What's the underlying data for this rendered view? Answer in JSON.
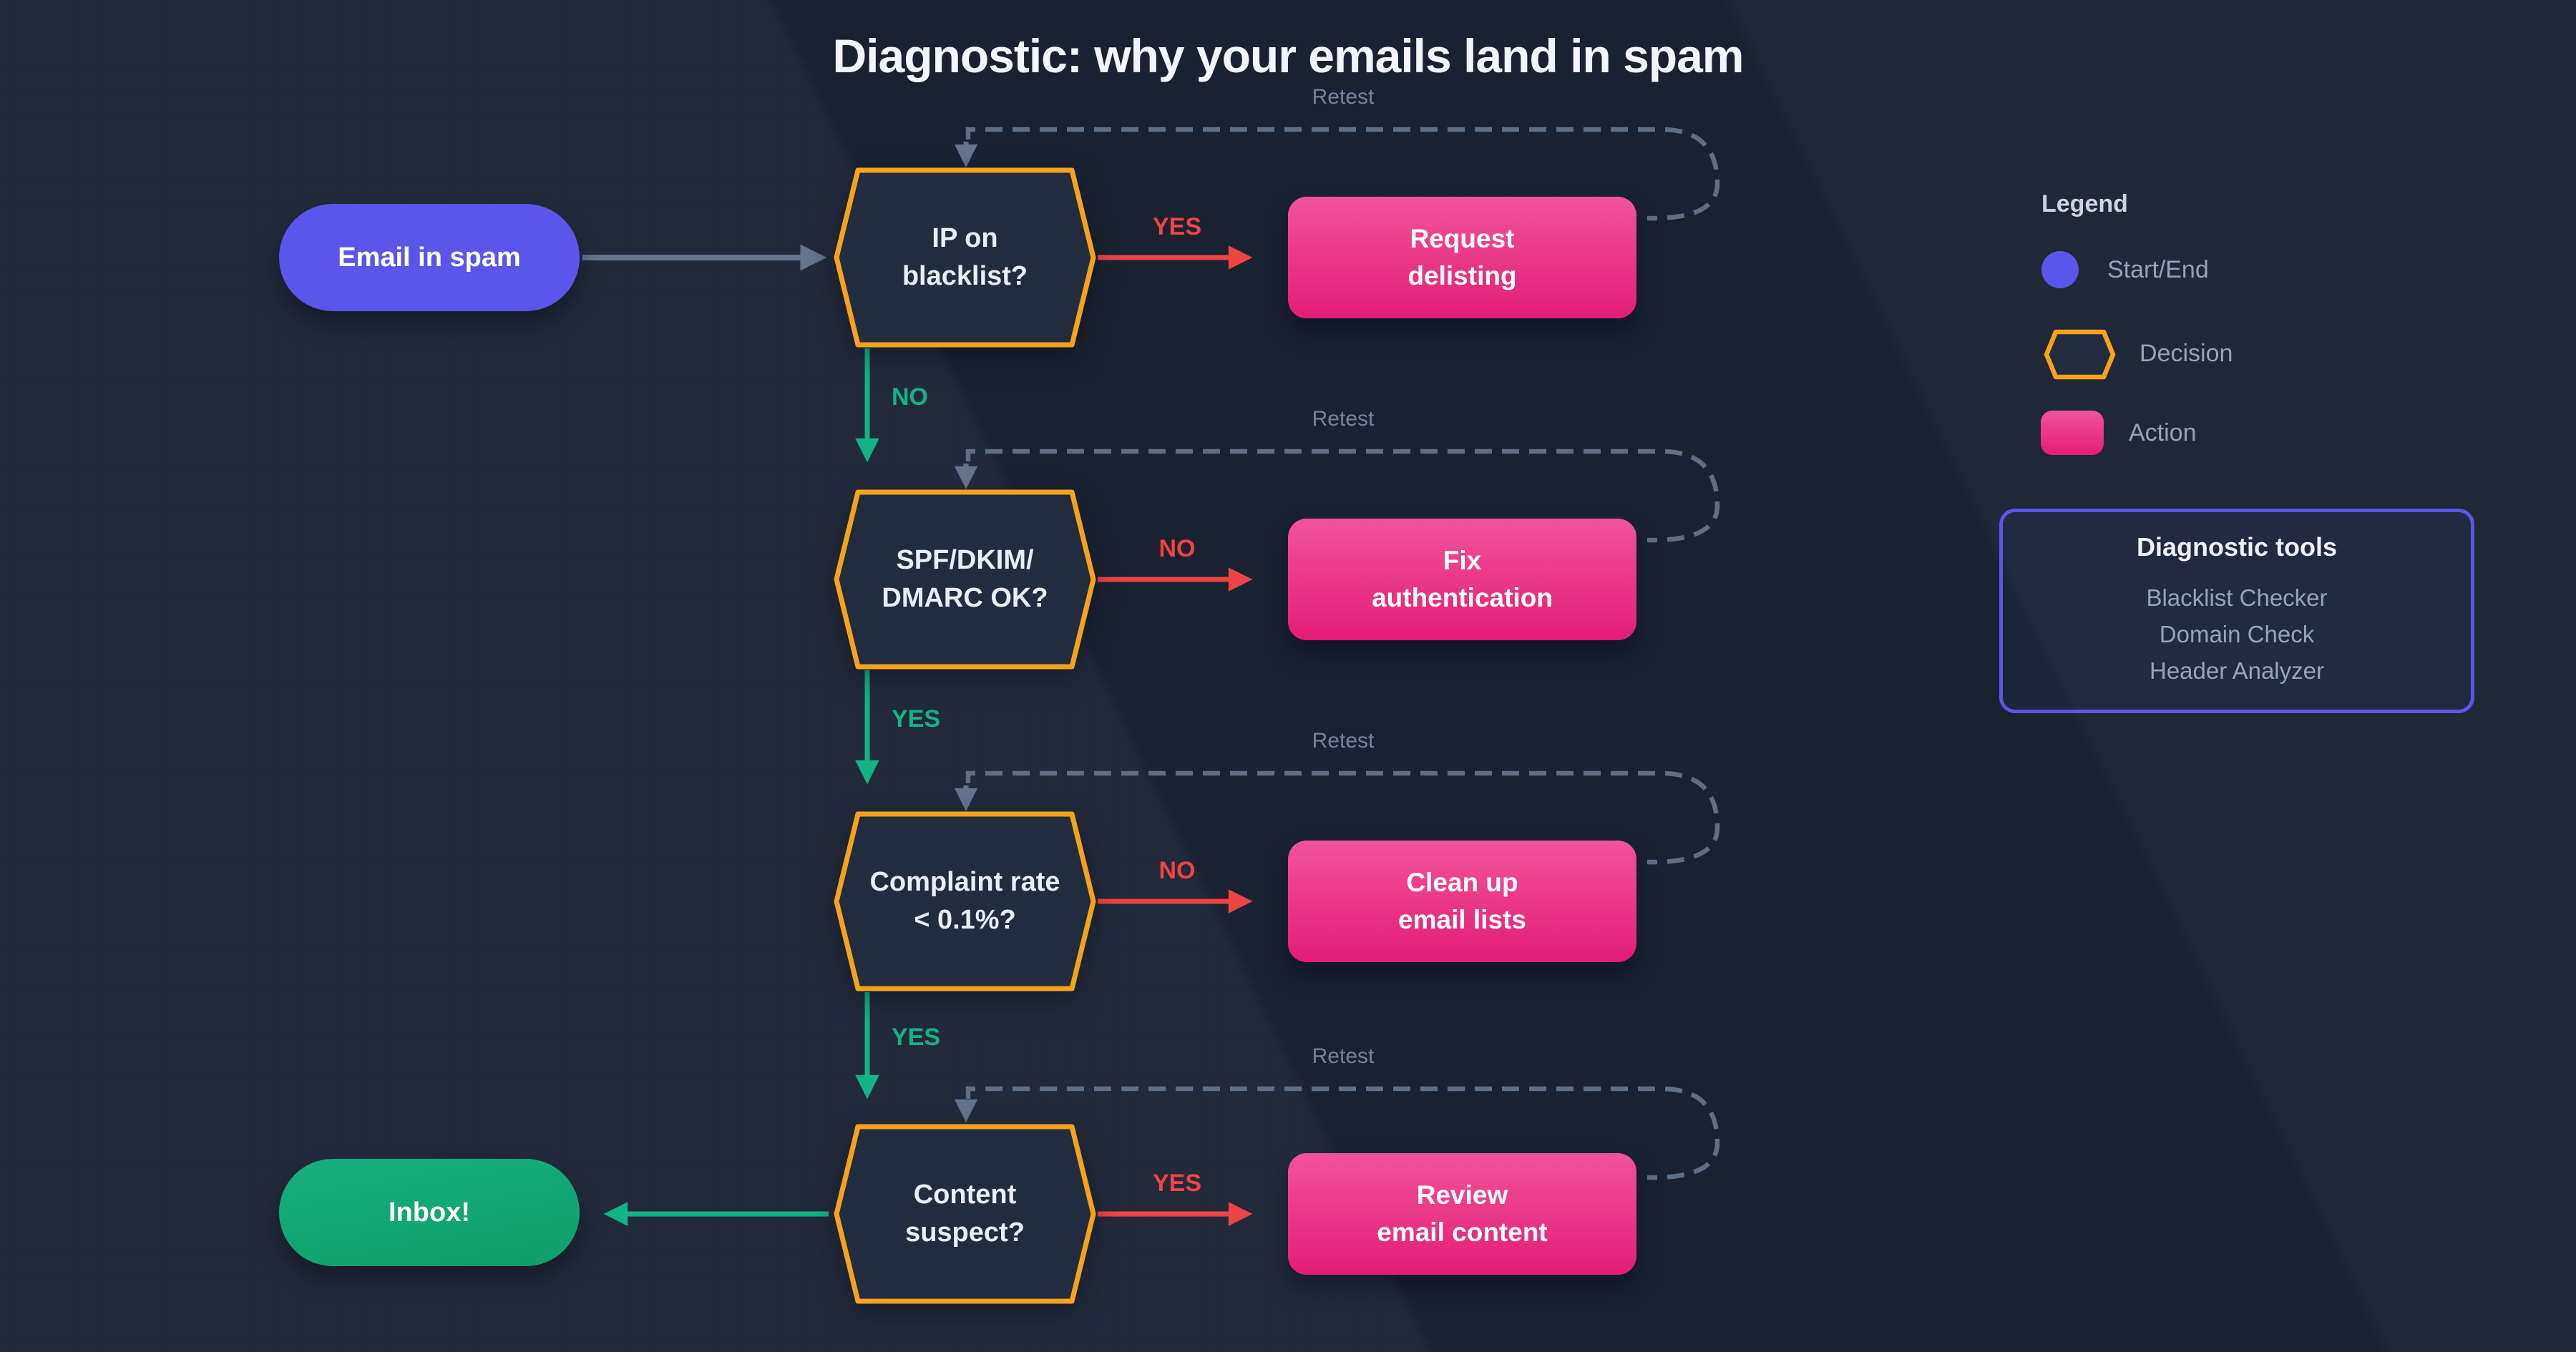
{
  "title": "Diagnostic: why your emails land in spam",
  "flow": {
    "start": {
      "label": "Email in spam"
    },
    "end": {
      "label": "Inbox!"
    },
    "rows": [
      {
        "decision_line1": "IP on",
        "decision_line2": "blacklist?",
        "branch_label": "YES",
        "action_line1": "Request",
        "action_line2": "delisting",
        "retest_label": "Retest",
        "down_label": "NO"
      },
      {
        "decision_line1": "SPF/DKIM/",
        "decision_line2": "DMARC OK?",
        "branch_label": "NO",
        "action_line1": "Fix",
        "action_line2": "authentication",
        "retest_label": "Retest",
        "down_label": "YES"
      },
      {
        "decision_line1": "Complaint rate",
        "decision_line2": "< 0.1%?",
        "branch_label": "NO",
        "action_line1": "Clean up",
        "action_line2": "email lists",
        "retest_label": "Retest",
        "down_label": "YES"
      },
      {
        "decision_line1": "Content",
        "decision_line2": "suspect?",
        "branch_label": "YES",
        "action_line1": "Review",
        "action_line2": "email content",
        "retest_label": "Retest",
        "down_label": ""
      }
    ]
  },
  "legend": {
    "title": "Legend",
    "items": [
      {
        "label": "Start/End",
        "swatch": "start-end-circle",
        "color": "#5b55e9"
      },
      {
        "label": "Decision",
        "swatch": "decision-hexagon",
        "color": "#f5a31b"
      },
      {
        "label": "Action",
        "swatch": "action-rounded-rect",
        "color": "#e31d74"
      }
    ]
  },
  "tools": {
    "title": "Diagnostic tools",
    "items": [
      "Blacklist Checker",
      "Domain Check",
      "Header Analyzer"
    ]
  },
  "colors": {
    "background": "#1a2232",
    "decision_border": "#f5a31b",
    "decision_fill": "#212c3f",
    "action_gradient_top": "#f1549b",
    "action_gradient_bottom": "#e31d74",
    "branch_red": "#ef4444",
    "branch_green": "#14b384",
    "connector_gray": "#64748b",
    "retest_dash": "#5f6e83",
    "start_fill": "#5b55e9",
    "end_fill": "#16b07e",
    "tools_border": "#5b55e9"
  }
}
